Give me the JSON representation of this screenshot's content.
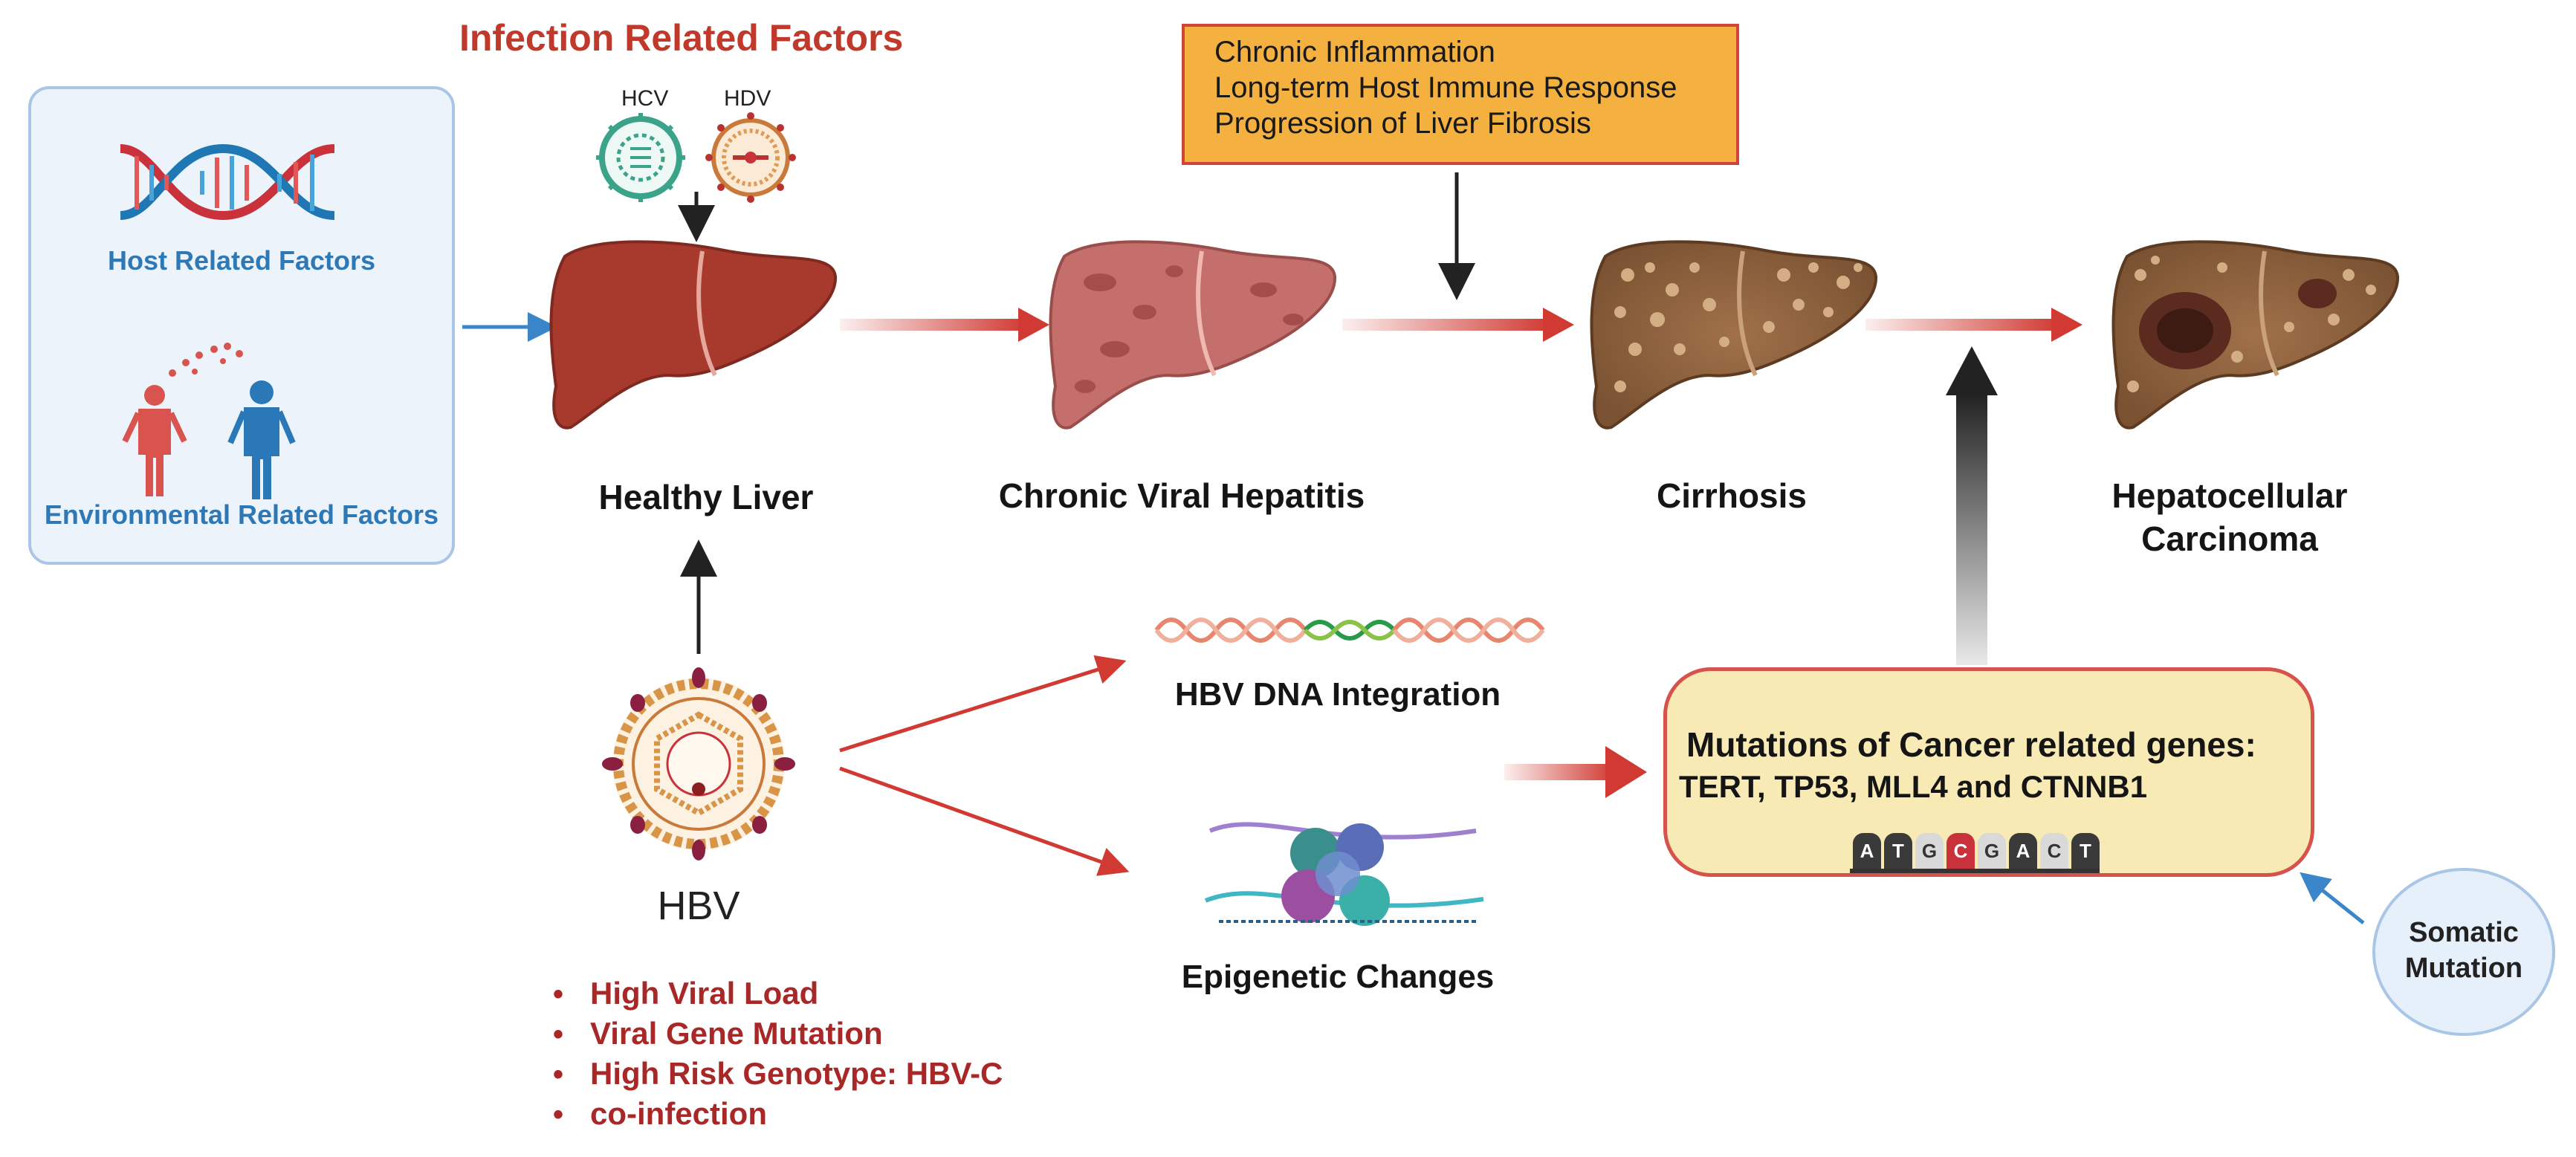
{
  "infection_title": "Infection Related Factors",
  "virus_labels": {
    "hcv": "HCV",
    "hdv": "HDV",
    "hbv": "HBV"
  },
  "factors_panel": {
    "host": "Host Related Factors",
    "environmental": "Environmental Related Factors"
  },
  "inflammation_box": {
    "lines": [
      "Chronic Inflammation",
      "Long-term Host Immune Response",
      "Progression of Liver Fibrosis"
    ]
  },
  "stages": {
    "healthy": "Healthy Liver",
    "hepatitis": "Chronic Viral Hepatitis",
    "cirrhosis": "Cirrhosis",
    "hcc_line1": "Hepatocellular",
    "hcc_line2": "Carcinoma"
  },
  "mechanisms": {
    "integration": "HBV DNA Integration",
    "epigenetic": "Epigenetic Changes"
  },
  "mutations_box": {
    "title": "Mutations of Cancer related genes:",
    "genes": "TERT, TP53, MLL4 and CTNNB1",
    "dna_sequence": [
      "A",
      "T",
      "G",
      "C",
      "G",
      "A",
      "C",
      "T"
    ]
  },
  "somatic": {
    "line1": "Somatic",
    "line2": "Mutation"
  },
  "hbv_risk_factors": [
    "High Viral Load",
    "Viral Gene Mutation",
    "High Risk Genotype: HBV-C",
    "co-infection"
  ],
  "colors": {
    "accent_red": "#c0392b",
    "arrow_red": "#d03a32",
    "accent_blue": "#2e78b5",
    "box_orange": "#f4b13f",
    "mutation_fill": "#f8eab4"
  }
}
